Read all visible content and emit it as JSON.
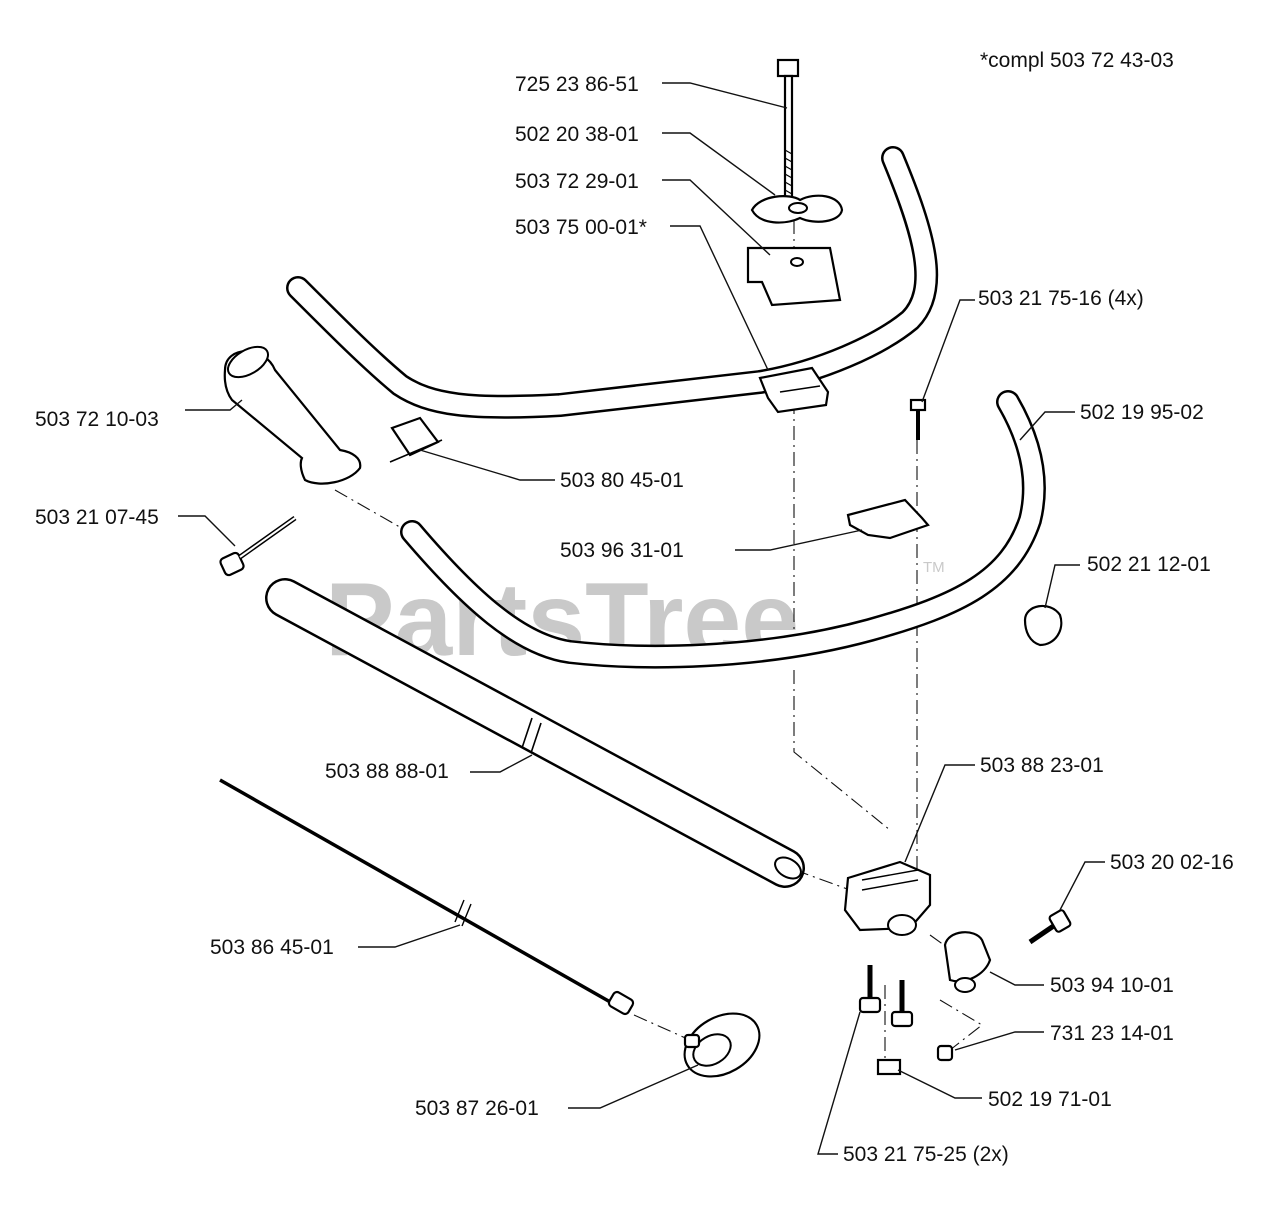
{
  "note": "*compl 503 72 43-03",
  "watermark": {
    "text": "PartsTree",
    "tm": "TM"
  },
  "parts": {
    "p1": "725 23 86-51",
    "p2": "502 20 38-01",
    "p3": "503 72 29-01",
    "p4": "503 75 00-01*",
    "p5": "503 21 75-16 (4x)",
    "p6": "503 72 10-03",
    "p7": "502 19 95-02",
    "p8": "503 80 45-01",
    "p9": "503 21 07-45",
    "p10": "503 96 31-01",
    "p11": "502 21 12-01",
    "p12": "503 88 88-01",
    "p13": "503 88 23-01",
    "p14": "503 20 02-16",
    "p15": "503 86 45-01",
    "p16": "503 94 10-01",
    "p17": "731 23 14-01",
    "p18": "503 87 26-01",
    "p19": "502 19 71-01",
    "p20": "503 21 75-25 (2x)"
  }
}
